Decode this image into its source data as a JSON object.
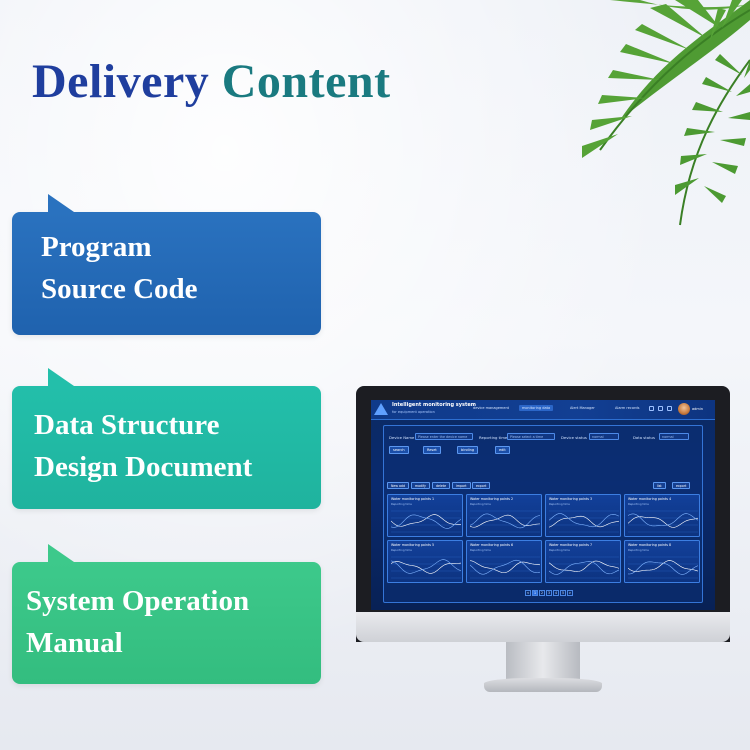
{
  "headline": {
    "word1": "Delivery",
    "word2": "Content"
  },
  "cards": [
    {
      "lines": [
        "Program",
        "Source Code"
      ],
      "color": "#2a72bf"
    },
    {
      "lines": [
        "Data Structure",
        "Design Document"
      ],
      "color": "#23bfaa"
    },
    {
      "lines": [
        "System Operation",
        "Manual"
      ],
      "color": "#3dc98b"
    }
  ],
  "screen": {
    "title": "Intelligent monitoring system",
    "subtitle": "for equipment operation",
    "nav": [
      "device management",
      "monitoring data",
      "Alert Manager",
      "Alarm records"
    ],
    "active_nav": "monitoring data",
    "user": "admin",
    "filters": {
      "device_name_label": "Device Name",
      "device_name_placeholder": "Please enter the device name",
      "reporting_time_label": "Reporting time",
      "reporting_time_placeholder": "Please select a time",
      "device_status_label": "Device status",
      "device_status_value": "normal",
      "data_status_label": "Data status",
      "data_status_value": "normal"
    },
    "filter_buttons": [
      "search",
      "Reset",
      "binding",
      "edit"
    ],
    "toolbar_buttons": [
      "New add",
      "modify",
      "delete",
      "import",
      "export"
    ],
    "toolbar_right": [
      "list",
      "export"
    ],
    "cards": [
      {
        "title": "Water monitoring points 1",
        "sub": "Reporting time"
      },
      {
        "title": "Water monitoring points 2",
        "sub": "Reporting time"
      },
      {
        "title": "Water monitoring points 3",
        "sub": "Reporting time"
      },
      {
        "title": "Water monitoring points 4",
        "sub": "Reporting time"
      },
      {
        "title": "Water monitoring points 5",
        "sub": "Reporting time"
      },
      {
        "title": "Water monitoring points 6",
        "sub": "Reporting time"
      },
      {
        "title": "Water monitoring points 7",
        "sub": "Reporting time"
      },
      {
        "title": "Water monitoring points 8",
        "sub": "Reporting time"
      }
    ],
    "pages": [
      "<",
      "1",
      "2",
      "3",
      "4",
      "5",
      ">"
    ],
    "active_page": "1"
  }
}
